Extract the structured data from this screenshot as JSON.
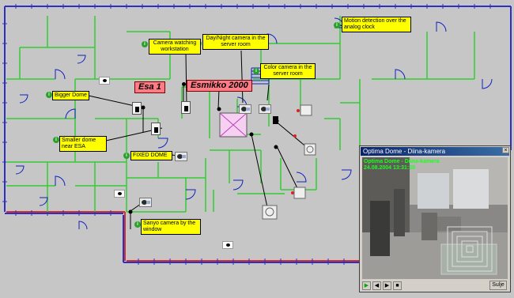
{
  "camera_tags": {
    "esa1": "Esa 1",
    "esmikko": "Esmikko 2000"
  },
  "labels": {
    "motion": "Motion detection over the\nanalog clock",
    "daynight": "Day/Night camera in the\nserver room",
    "watching": "Camera  watching\nworkstation",
    "color": "Color camera in the\nserver room",
    "bigger_dome": "Bigger Dome",
    "smaller_dome": "Smaller dome near ESA",
    "fixed_dome": "FIXED DOME",
    "sanyo": "Sanyo camera by the\nwindow"
  },
  "video_window": {
    "title": "Optima Dome - Diina-kamera",
    "close_glyph": "×",
    "osd_line1": "Optima Dome - Diina-kamera",
    "osd_line2": "24.08.2004 13:31:30",
    "close_button": "Sulje",
    "controls": [
      "▶",
      "◀",
      "▶",
      "■"
    ]
  },
  "info_glyph": "i",
  "colors": {
    "background": "#c6c6c6",
    "interior_walls": "#33cc33",
    "doors": "#1020c0",
    "label_fill": "#ffff00",
    "camera_tag": "#ff7b86",
    "osd_text": "#1dff1d"
  }
}
